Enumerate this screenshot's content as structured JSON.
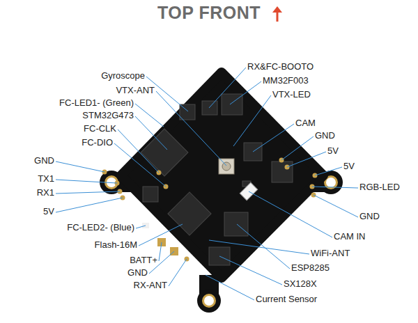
{
  "diagram": {
    "title": "TOP FRONT",
    "labels": [
      "Gyroscope",
      "VTX-ANT",
      "FC-LED1- (Green)",
      "STM32G473",
      "FC-CLK",
      "FC-DIO",
      "GND",
      "TX1",
      "RX1",
      "5V",
      "FC-LED2- (Blue)",
      "Flash-16M",
      "BATT+",
      "GND",
      "RX-ANT",
      "RX&FC-BOOTO",
      "MM32F003",
      "VTX-LED",
      "CAM",
      "GND",
      "5V",
      "5V",
      "RGB-LED",
      "GND",
      "CAM IN",
      "WiFi-ANT",
      "ESP8285",
      "SX128X",
      "Current Sensor"
    ]
  }
}
